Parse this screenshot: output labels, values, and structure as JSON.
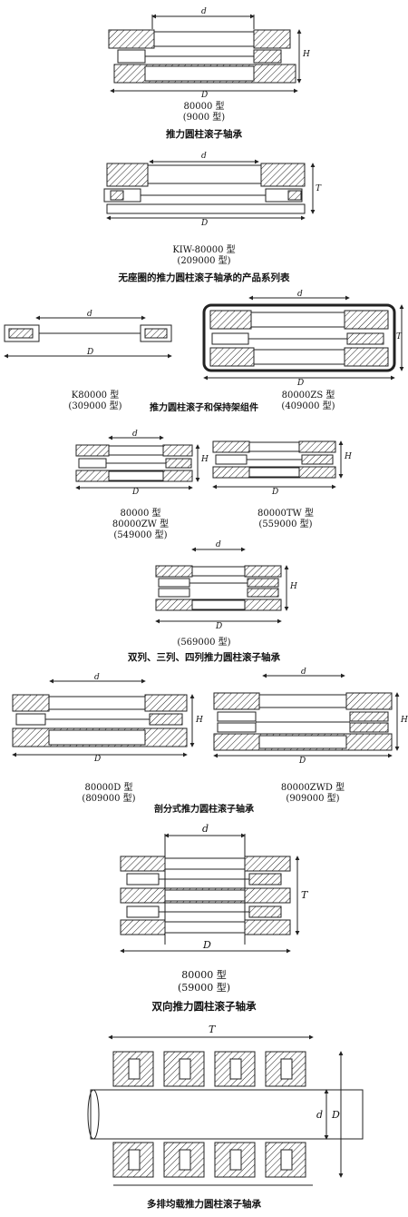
{
  "figures": {
    "f1": {
      "model": "80000 型",
      "alt_model": "(9000 型)",
      "title": "推力圆柱滚子轴承"
    },
    "f2": {
      "model": "KIW-80000 型",
      "alt_model": "(209000 型)",
      "title": "无座圈的推力圆柱滚子轴承的产品系列表"
    },
    "f3": {
      "left_model": "K80000 型",
      "left_alt": "(309000 型)",
      "center_title": "推力圆柱滚子和保持架组件",
      "right_model": "80000ZS 型",
      "right_alt": "(409000 型)"
    },
    "f4": {
      "left_model": "80000 型",
      "left_model2": "80000ZW 型",
      "left_alt": "(549000 型)",
      "right_model": "80000TW 型",
      "right_alt": "(559000 型)"
    },
    "f5": {
      "alt_model": "(569000 型)",
      "title": "双列、三列、四列推力圆柱滚子轴承"
    },
    "f6": {
      "left_model": "80000D 型",
      "left_alt": "(809000 型)",
      "center_title": "剖分式推力圆柱滚子轴承",
      "right_model": "80000ZWD 型",
      "right_alt": "(909000 型)"
    },
    "f7": {
      "model": "80000 型",
      "alt_model": "(59000 型)",
      "title": "双向推力圆柱滚子轴承"
    },
    "f8": {
      "title": "多排均载推力圆柱滚子轴承"
    }
  },
  "dims": {
    "d": "d",
    "D": "D",
    "H": "H",
    "T": "T"
  }
}
